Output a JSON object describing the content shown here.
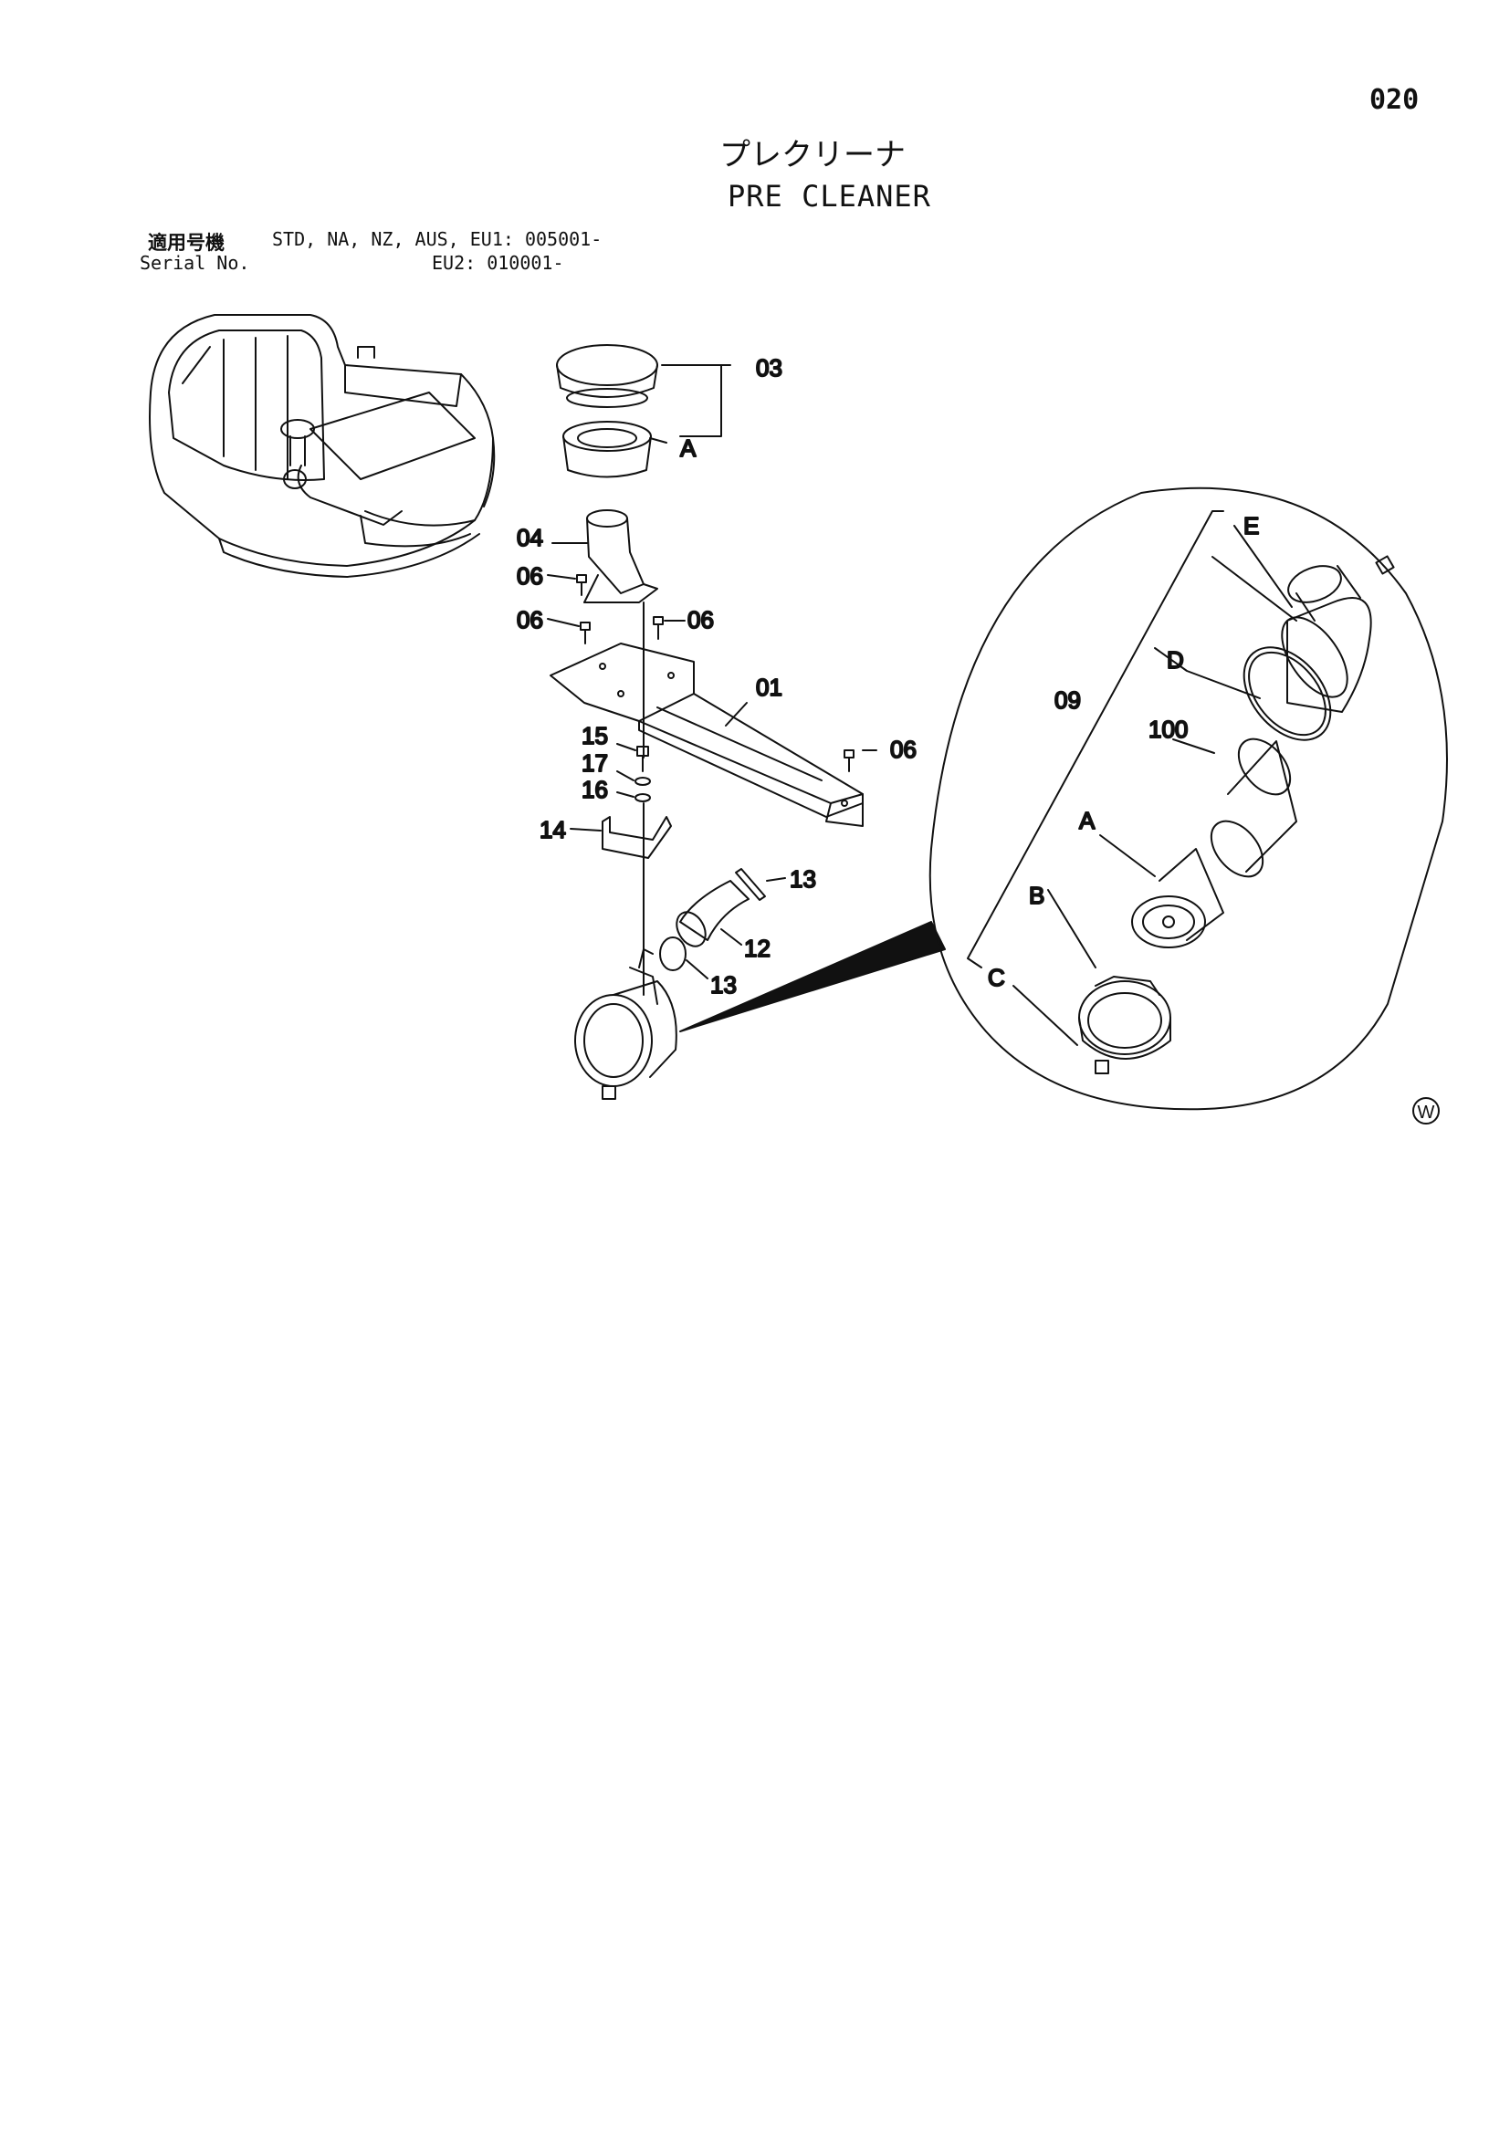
{
  "header": {
    "page_number": "020",
    "title_jp": "プレクリーナ",
    "title_en": "PRE CLEANER"
  },
  "serial": {
    "label_jp": "適用号機",
    "label_en": "Serial No.",
    "line1": "STD, NA, NZ, AUS, EU1: 005001-",
    "line2": "EU2: 010001-"
  },
  "callouts": {
    "c03": "03",
    "cA_top": "A",
    "c04": "04",
    "c06_a": "06",
    "c06_b": "06",
    "c06_c": "06",
    "c06_d": "06",
    "c01": "01",
    "c15": "15",
    "c17": "17",
    "c16": "16",
    "c14": "14",
    "c13_a": "13",
    "c12": "12",
    "c13_b": "13",
    "c09": "09",
    "cE": "E",
    "cD": "D",
    "c100": "100",
    "cA": "A",
    "cB": "B",
    "cC": "C"
  },
  "mark": "W"
}
